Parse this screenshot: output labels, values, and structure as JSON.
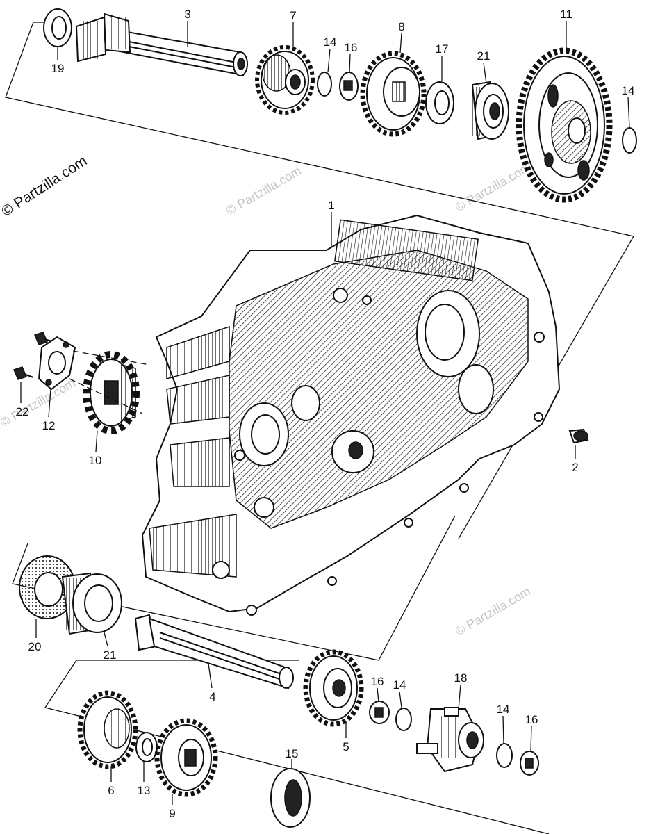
{
  "watermark": {
    "main": "© Partzilla.com",
    "faint": "© Partzilla.com"
  },
  "callouts": {
    "c1": "1",
    "c2": "2",
    "c3": "3",
    "c4": "4",
    "c5": "5",
    "c6": "6",
    "c7": "7",
    "c9": "9",
    "c10": "10",
    "c11": "11",
    "c12": "12",
    "c13": "13",
    "c14a": "14",
    "c14b": "14",
    "c14c": "14",
    "c14d": "14",
    "c15": "15",
    "c16a": "16",
    "c16b": "16",
    "c16c": "16",
    "c17": "17",
    "c18": "18",
    "c19": "19",
    "c20": "20",
    "c21a": "21",
    "c21b": "21",
    "c22": "22",
    "c8": "8"
  }
}
